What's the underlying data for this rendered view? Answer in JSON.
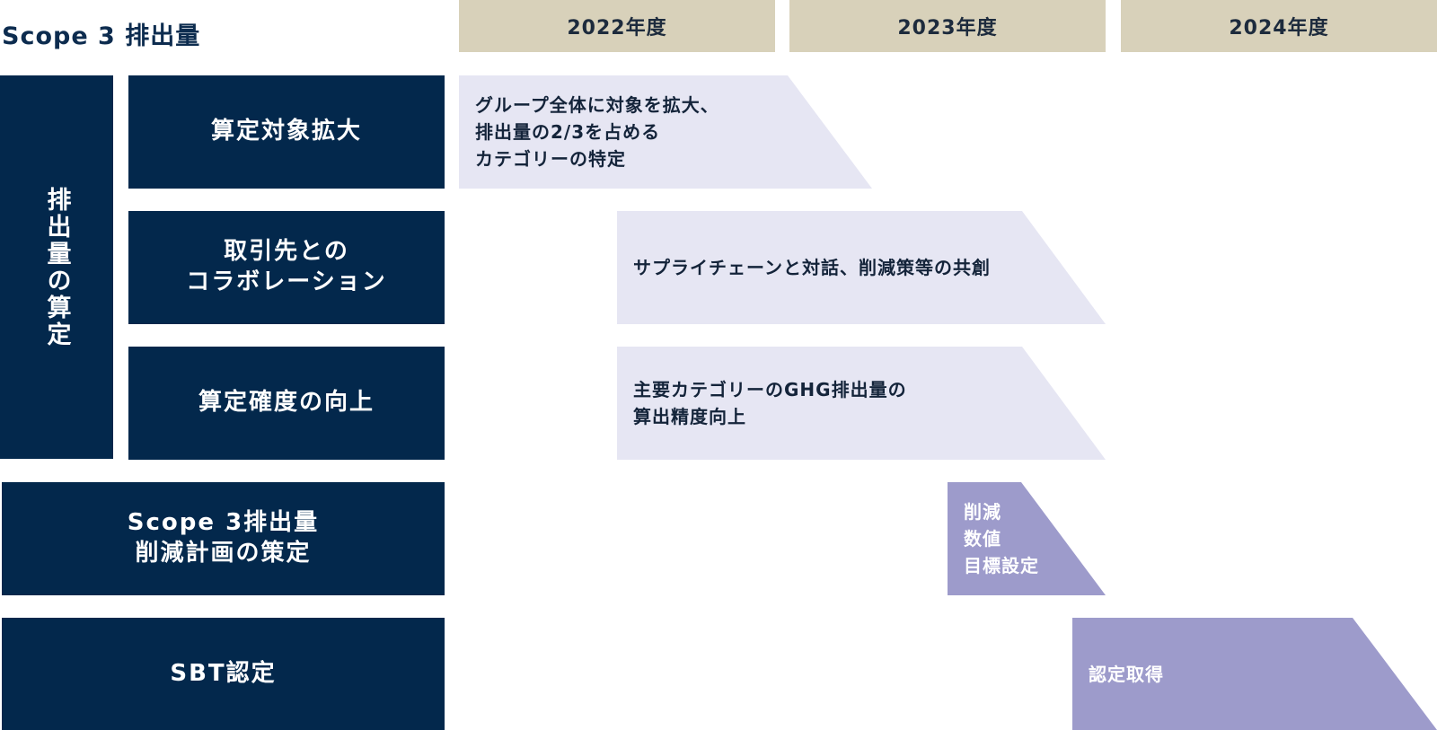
{
  "title": "Scope 3 排出量",
  "years": [
    "2022年度",
    "2023年度",
    "2024年度"
  ],
  "group_label": "排出量の算定",
  "rows": [
    {
      "label": "算定対象拡大",
      "bar": "グループ全体に対象を拡大、\n排出量の2/3を占める\nカテゴリーの特定"
    },
    {
      "label": "取引先との\nコラボレーション",
      "bar": "サプライチェーンと対話、削減策等の共創"
    },
    {
      "label": "算定確度の向上",
      "bar": "主要カテゴリーのGHG排出量の\n算出精度向上"
    },
    {
      "label": "Scope 3排出量\n削減計画の策定",
      "bar": "削減\n数値\n目標設定"
    },
    {
      "label": "SBT認定",
      "bar": "認定取得"
    }
  ],
  "colors": {
    "navy": "#03284c",
    "year_header": "#d8d1ba",
    "bar_light": "#e6e6f3",
    "bar_dark": "#9d9bcb"
  }
}
